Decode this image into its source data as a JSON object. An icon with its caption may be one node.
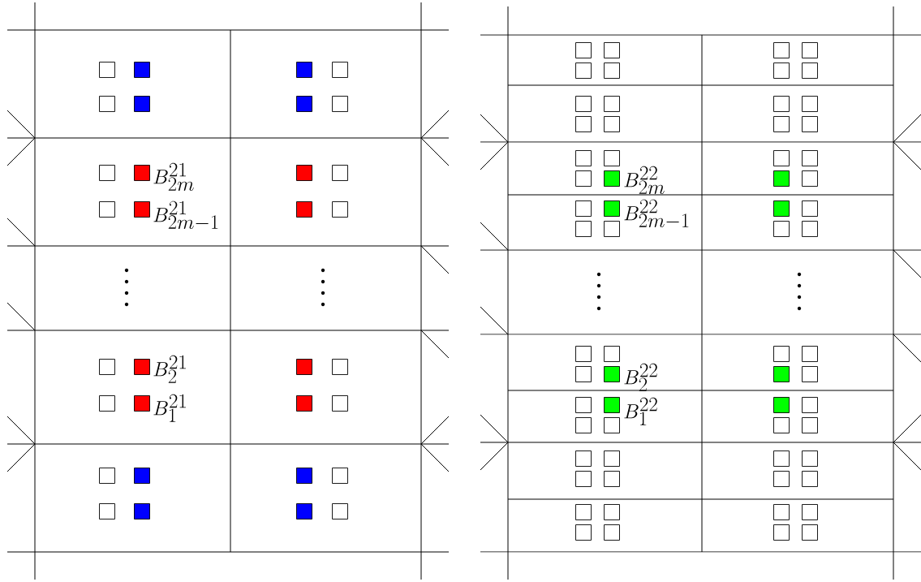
{
  "diagram": {
    "labels": [
      "B^{21}_{2m}",
      "B^{21}_{2m-1}",
      "B^{21}_{2}",
      "B^{21}_{1}",
      "B^{22}_{2m}",
      "B^{22}_{2m-1}",
      "B^{22}_{2}",
      "B^{22}_{1}"
    ]
  }
}
